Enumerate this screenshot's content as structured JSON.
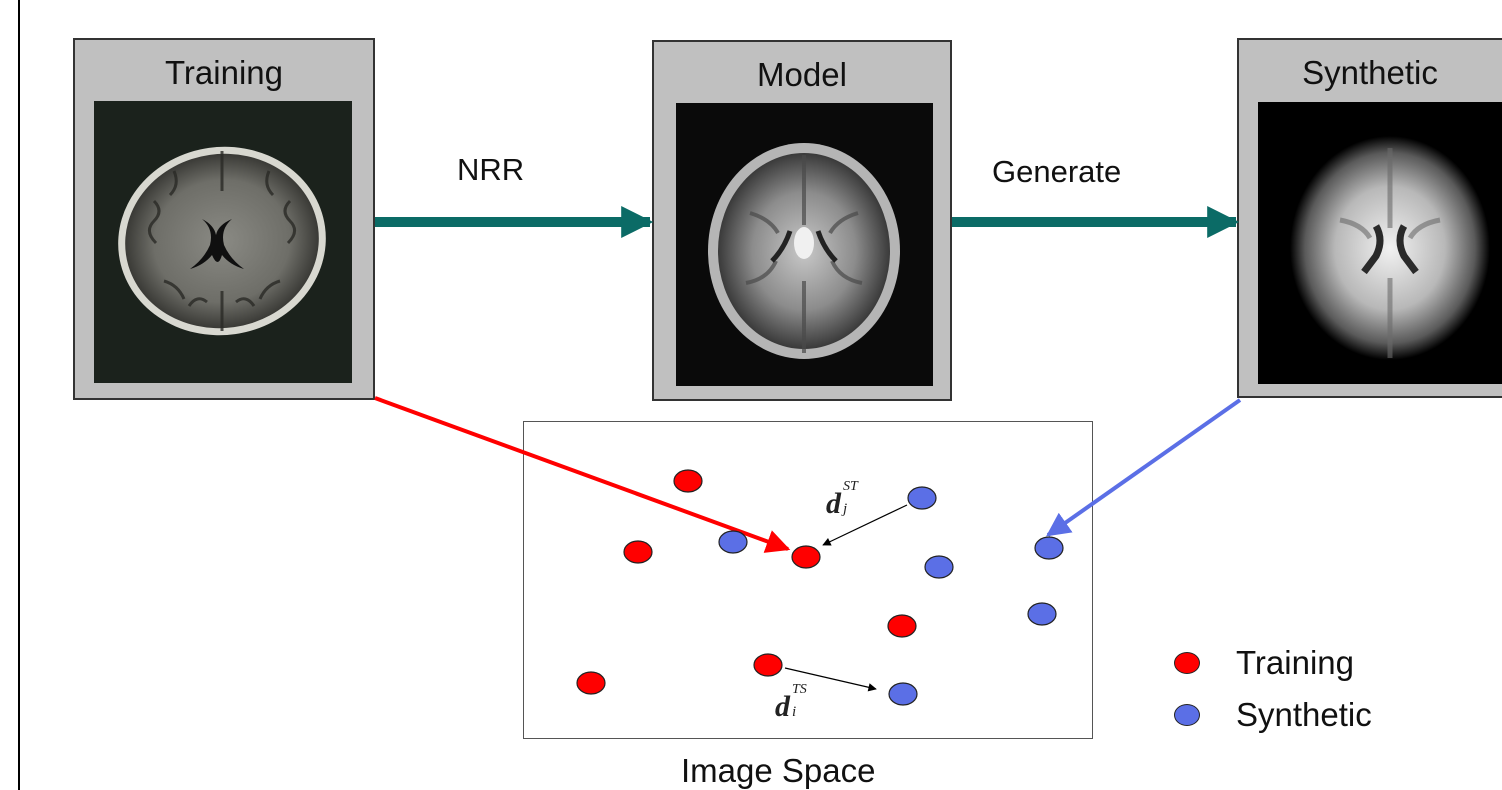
{
  "panels": {
    "training": {
      "title": "Training"
    },
    "model": {
      "title": "Model"
    },
    "synthetic": {
      "title": "Synthetic"
    }
  },
  "arrows": {
    "nrr_label": "NRR",
    "generate_label": "Generate"
  },
  "image_space": {
    "label": "Image Space",
    "distance_st": {
      "base": "d",
      "sub": "j",
      "sup": "ST"
    },
    "distance_ts": {
      "base": "d",
      "sub": "i",
      "sup": "TS"
    }
  },
  "legend": {
    "training": {
      "label": "Training",
      "color": "#ff0000"
    },
    "synthetic": {
      "label": "Synthetic",
      "color": "#5b6fe6"
    }
  },
  "colors": {
    "arrow_teal": "#0b6b66",
    "arrow_red": "#ff0000",
    "arrow_blue": "#5b6fe6"
  }
}
